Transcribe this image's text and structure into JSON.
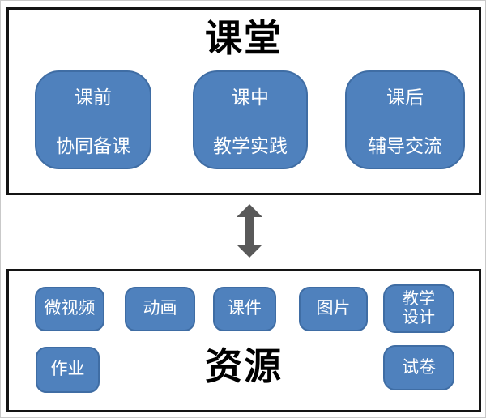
{
  "colors": {
    "box_fill": "#4f81bd",
    "box_border": "#3f6da4",
    "box_text": "#ffffff",
    "panel_border": "#141414",
    "title_text": "#000000",
    "arrow": "#595959"
  },
  "classroom": {
    "title": "课堂",
    "stages": [
      {
        "line1": "课前",
        "line2": "协同备课"
      },
      {
        "line1": "课中",
        "line2": "教学实践"
      },
      {
        "line1": "课后",
        "line2": "辅导交流"
      }
    ]
  },
  "connector": {
    "type": "vertical-double-arrow"
  },
  "resources": {
    "title": "资源",
    "row1": [
      {
        "label": "微视频"
      },
      {
        "label": "动画"
      },
      {
        "label": "课件"
      },
      {
        "label": "图片"
      },
      {
        "line1": "教学",
        "line2": "设计"
      }
    ],
    "row2": [
      {
        "label": "作业"
      },
      {
        "label": "试卷"
      }
    ]
  }
}
